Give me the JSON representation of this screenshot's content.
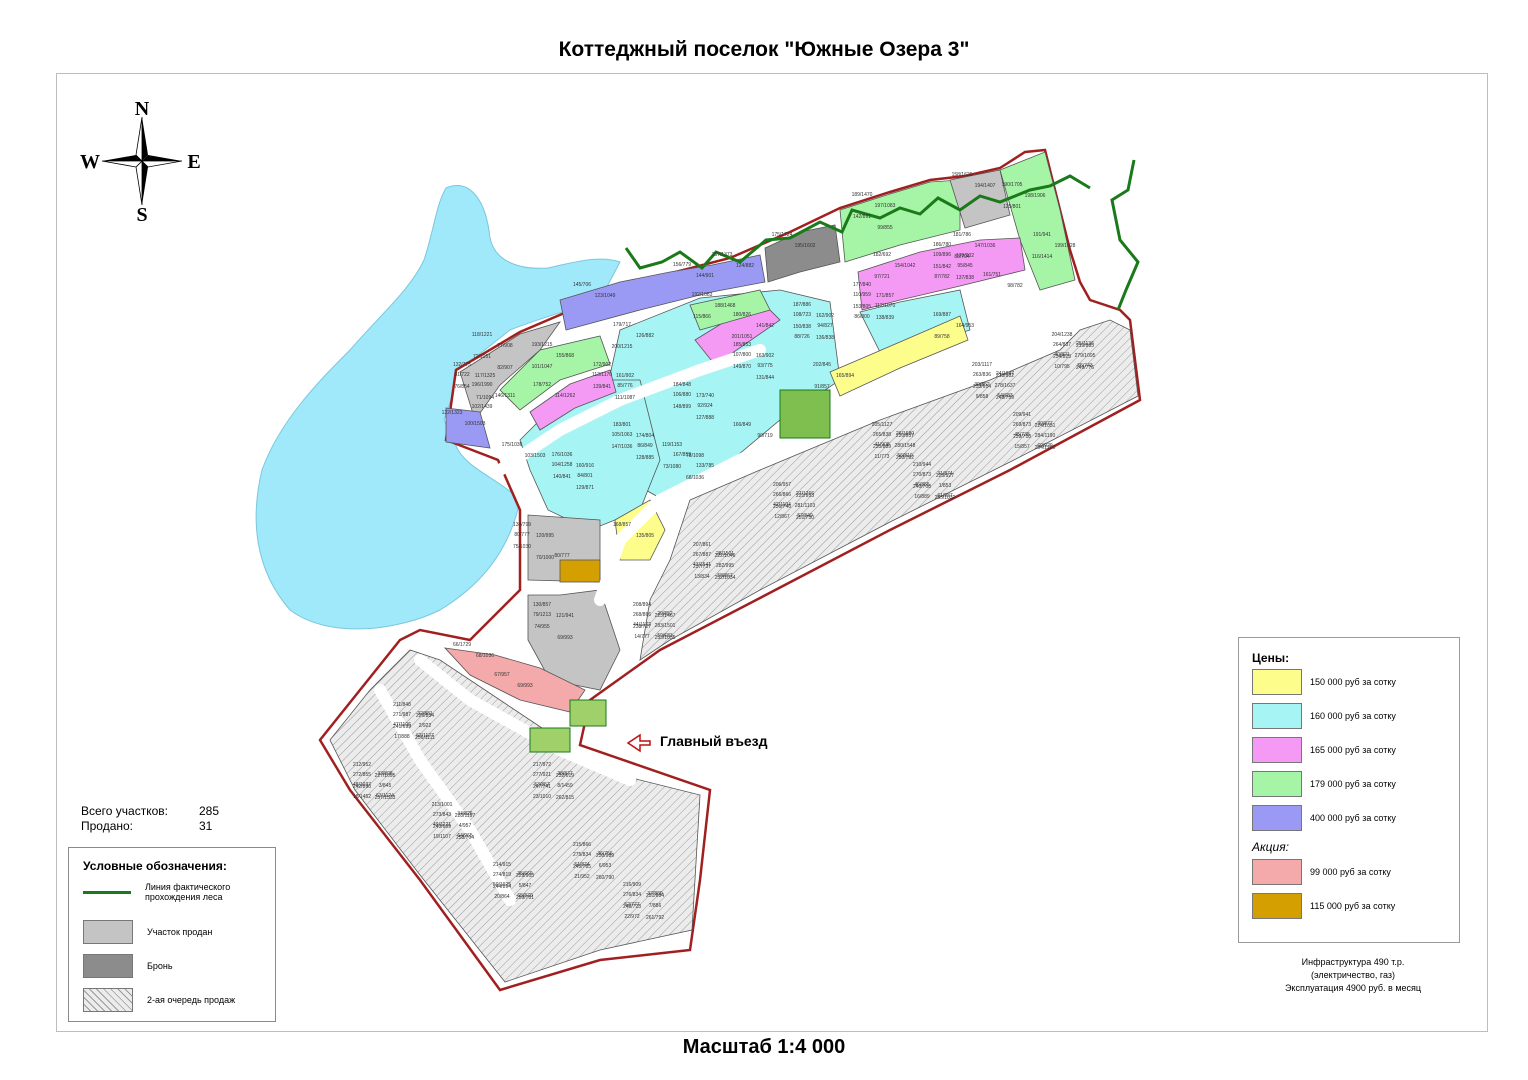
{
  "title": "Коттеджный поселок \"Южные Озера 3\"",
  "scale": "Масштаб 1:4 000",
  "compass": {
    "n": "N",
    "s": "S",
    "w": "W",
    "e": "E"
  },
  "stats": {
    "total_label": "Всего участков:",
    "total_value": "285",
    "sold_label": "Продано:",
    "sold_value": "31"
  },
  "legend": {
    "title": "Условные обозначения:",
    "items": [
      {
        "label": "Линия фактического прохождения леса",
        "color": "#1a7a1a",
        "kind": "line"
      },
      {
        "label": "Участок продан",
        "color": "#c4c4c4",
        "kind": "fill"
      },
      {
        "label": "Бронь",
        "color": "#8c8c8c",
        "kind": "fill"
      },
      {
        "label": "2-ая очередь продаж",
        "color": "#e6e6e6",
        "kind": "hatch"
      }
    ]
  },
  "prices": {
    "title": "Цены:",
    "items": [
      {
        "label": "150 000 руб за сотку",
        "color": "#fdfd8c"
      },
      {
        "label": "160 000 руб за сотку",
        "color": "#a6f4f4"
      },
      {
        "label": "165 000 руб за сотку",
        "color": "#f49af4"
      },
      {
        "label": "179 000 руб за сотку",
        "color": "#a6f4a6"
      },
      {
        "label": "400 000 руб за сотку",
        "color": "#9a9af4"
      }
    ],
    "promo_title": "Акция:",
    "promo_items": [
      {
        "label": "99 000 руб за сотку",
        "color": "#f4aaaa"
      },
      {
        "label": "115 000 руб за сотку",
        "color": "#d49f00"
      }
    ]
  },
  "infra": {
    "line1": "Инфраструктура 490 т.р.",
    "line2": "(электричество, газ)",
    "line3": "Эксплуатация 4900 руб. в месяц"
  },
  "entrance_label": "Главный въезд",
  "colors": {
    "lake": "#9fe9fb",
    "boundary": "#a02020",
    "forest": "#1a7a1a",
    "road": "#ffffff",
    "hatch": "#e6e6e6"
  },
  "plots": {
    "yellow": [
      "202/845",
      "169/887",
      "168/857",
      "167/853",
      "166/849",
      "165/894",
      "164/953",
      "135/805",
      "133/785",
      "90/719",
      "91/857",
      "89/758"
    ],
    "cyan": [
      "177/840",
      "186/780",
      "187/886",
      "185/853",
      "184/848",
      "183/801",
      "176/1036",
      "172/902",
      "171/857",
      "170/902",
      "162/902",
      "163/902",
      "173/740",
      "174/804",
      "160/916",
      "161/902",
      "153/805",
      "151/842",
      "150/838",
      "149/870",
      "148/899",
      "147/1036",
      "140/841",
      "139/841",
      "138/839",
      "137/838",
      "136/838",
      "131/844",
      "127/888",
      "128/885",
      "129/871",
      "111/1087",
      "110/959",
      "109/896",
      "108/723",
      "107/800",
      "106/880",
      "105/1063",
      "104/1258",
      "113/1170",
      "112/1070",
      "95/845",
      "94/827",
      "93/775",
      "92/924",
      "86/849",
      "84/801",
      "85/776",
      "86/800",
      "87/782",
      "88/726"
    ],
    "pink": [
      "182/692",
      "181/786",
      "180/826",
      "179/717",
      "178/752",
      "175/1036",
      "161/751",
      "154/1042",
      "147/1036",
      "141/842",
      "126/882",
      "114/1262",
      "103/1503",
      "98/782",
      "97/721",
      "83/794",
      "201/1051",
      "200/1215"
    ],
    "green": [
      "189/1470",
      "190/1705",
      "191/941",
      "192/1083",
      "193/1215",
      "196/1990",
      "197/1083",
      "198/1906",
      "199/1828",
      "188/1468",
      "155/868",
      "146/1311",
      "142/891",
      "125/801",
      "116/1414",
      "115/866",
      "101/1047",
      "102/1439",
      "99/855"
    ],
    "blue": [
      "145/706",
      "156/779",
      "157/1373",
      "122/1323",
      "123/1049",
      "144/901",
      "124/882",
      "100/1503"
    ],
    "dark": [
      "175/1724",
      "158/1626",
      "195/1602",
      "194/1407"
    ],
    "gray": [
      "132/775",
      "134/799",
      "130/857",
      "119/1153",
      "118/1221",
      "117/1325",
      "120/995",
      "121/941",
      "78/1098",
      "77/908",
      "76/854",
      "75/1030",
      "74/955",
      "73/1080",
      "72/1051",
      "71/1094",
      "70/1000",
      "69/993",
      "68/1036",
      "82/907",
      "81/722",
      "80/777",
      "79/1213"
    ],
    "salmon": [
      "66/1729",
      "67/957",
      "68/1036",
      "69/993"
    ],
    "ochre": [
      "80/777"
    ],
    "hatched": [
      "203/1117",
      "204/1238",
      "205/1127",
      "206/957",
      "207/861",
      "208/894",
      "209/941",
      "210/944",
      "211/848",
      "212/952",
      "213/1001",
      "214/915",
      "215/866",
      "216/909",
      "217/972",
      "218/982",
      "219/985",
      "220/957",
      "221/953",
      "222/1046",
      "223/1467",
      "224/1051",
      "225/927",
      "226/834",
      "227/1095",
      "228/1197",
      "229/903",
      "230/989",
      "231/684",
      "232/619",
      "233/614",
      "234/823",
      "235/889",
      "236/746",
      "237/737",
      "238/727",
      "239/718",
      "240/708",
      "241/699",
      "242/890",
      "243/609",
      "244/894",
      "245/785",
      "246/723",
      "247/741",
      "248/759",
      "249/776",
      "250/792",
      "251/750",
      "252/1034",
      "253/1035",
      "254/1280",
      "255/1032",
      "256/1111",
      "257/1533",
      "258/704",
      "259/751",
      "260/790",
      "261/792",
      "262/815",
      "263/836",
      "264/837",
      "265/838",
      "266/866",
      "267/887",
      "268/866",
      "269/873",
      "270/873",
      "271/987",
      "272/855",
      "273/843",
      "274/819",
      "275/834",
      "276/834",
      "277/921",
      "278/1637",
      "279/1095",
      "280/1548",
      "281/1103",
      "282/995",
      "283/1501",
      "284/1190",
      "1/853",
      "2/922",
      "3/845",
      "4/957",
      "5/847",
      "6/953",
      "7/886",
      "8/1459",
      "9/858",
      "10/795",
      "11/773",
      "12/867",
      "13/834",
      "14/777",
      "15/857",
      "16/889",
      "17/888",
      "18/1452",
      "19/1107",
      "20/864",
      "21/952",
      "22/972",
      "23/1010",
      "24/1047",
      "25/1136",
      "26/1680",
      "27/1766",
      "28/1501",
      "29/852",
      "30/877",
      "31/874",
      "32/881",
      "33/808",
      "34/826",
      "35/669",
      "36/756",
      "37/889",
      "38/877",
      "39/852",
      "40/821",
      "41/908",
      "42/1104",
      "43/1541",
      "44/1172",
      "45/738",
      "46/855",
      "47/1106",
      "48/1037",
      "49/1221",
      "50/1025",
      "51/874",
      "52/777",
      "53/857",
      "54/683",
      "55/743",
      "56/810",
      "57/849",
      "58/867",
      "59/683",
      "60/929",
      "61/987",
      "62/1177",
      "63/1124",
      "64/965",
      "65/870"
    ]
  }
}
